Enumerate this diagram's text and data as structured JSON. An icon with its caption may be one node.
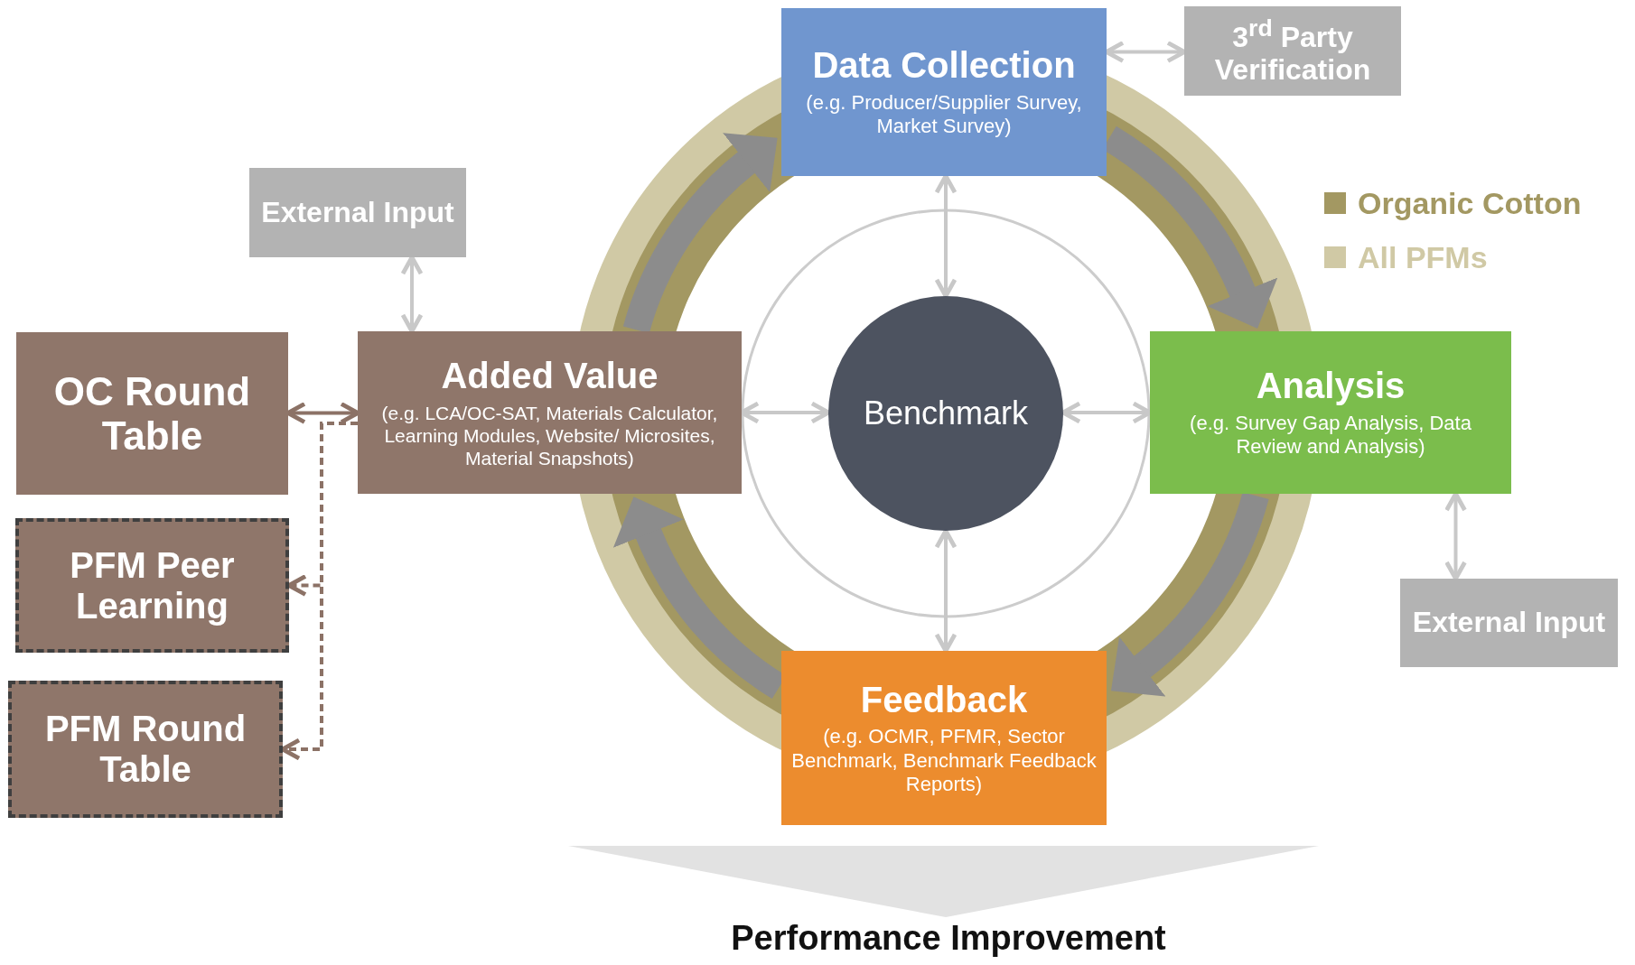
{
  "diagram": {
    "nodes": [
      {
        "text": [
          "Data Collection",
          "(e.g. Producer/Supplier Survey, Market Survey)"
        ]
      },
      {
        "text": [
          "3$^{rd}$ Party Verification"
        ]
      },
      {
        "text": [
          "External Input"
        ]
      },
      {
        "text": [
          "OC Round Table"
        ]
      },
      {
        "text": [
          "Added Value",
          "(e.g. LCA/OC-SAT, Materials Calculator, Learning Modules, Website/ Microsites, Material Snapshots)"
        ]
      },
      {
        "text": [
          "Benchmark"
        ]
      },
      {
        "text": [
          "Analysis",
          "(e.g. Survey Gap Analysis, Data Review and Analysis)"
        ]
      },
      {
        "text": [
          "PFM Peer Learning"
        ]
      },
      {
        "text": [
          "External Input"
        ]
      },
      {
        "text": [
          "PFM Round Table"
        ]
      },
      {
        "text": [
          "Feedback",
          "(e.g. OCMR, PFMR, Sector Benchmark, Benchmark Feedback Reports)"
        ]
      }
    ],
    "edges": [
      {
        "from": 0,
        "to": 1,
        "arrow": "both"
      },
      {
        "from": 0,
        "to": 5,
        "arrow": "both"
      },
      {
        "from": 2,
        "to": 4,
        "arrow": "both"
      },
      {
        "from": 3,
        "to": 4,
        "arrow": "both",
        "color": "#8c7266"
      },
      {
        "from": 4,
        "to": 7,
        "arrow": "to",
        "style": "dashed",
        "color": "#8c7266"
      },
      {
        "from": 4,
        "to": 9,
        "arrow": "to",
        "style": "dashed",
        "color": "#8c7266"
      },
      {
        "from": 5,
        "to": 4,
        "arrow": "both"
      },
      {
        "from": 5,
        "to": 6,
        "arrow": "both"
      },
      {
        "from": 5,
        "to": 10,
        "arrow": "both"
      },
      {
        "from": 6,
        "to": 8,
        "arrow": "both"
      },
      {
        "from": 4,
        "to": 0,
        "arrow": "to",
        "style": "thick",
        "color": "#8c8c8c"
      },
      {
        "from": 0,
        "to": 6,
        "arrow": "to",
        "style": "thick",
        "color": "#8c8c8c"
      },
      {
        "from": 6,
        "to": 10,
        "arrow": "to",
        "style": "thick",
        "color": "#8c8c8c"
      },
      {
        "from": 10,
        "to": 4,
        "arrow": "to",
        "style": "thick",
        "color": "#8c8c8c"
      }
    ],
    "labels": [
      "Performance Improvement"
    ],
    "legend": [
      {
        "text": "Organic Cotton",
        "color": "#a39862"
      },
      {
        "text": "All PFMs",
        "color": "#d0c9a5"
      }
    ]
  }
}
